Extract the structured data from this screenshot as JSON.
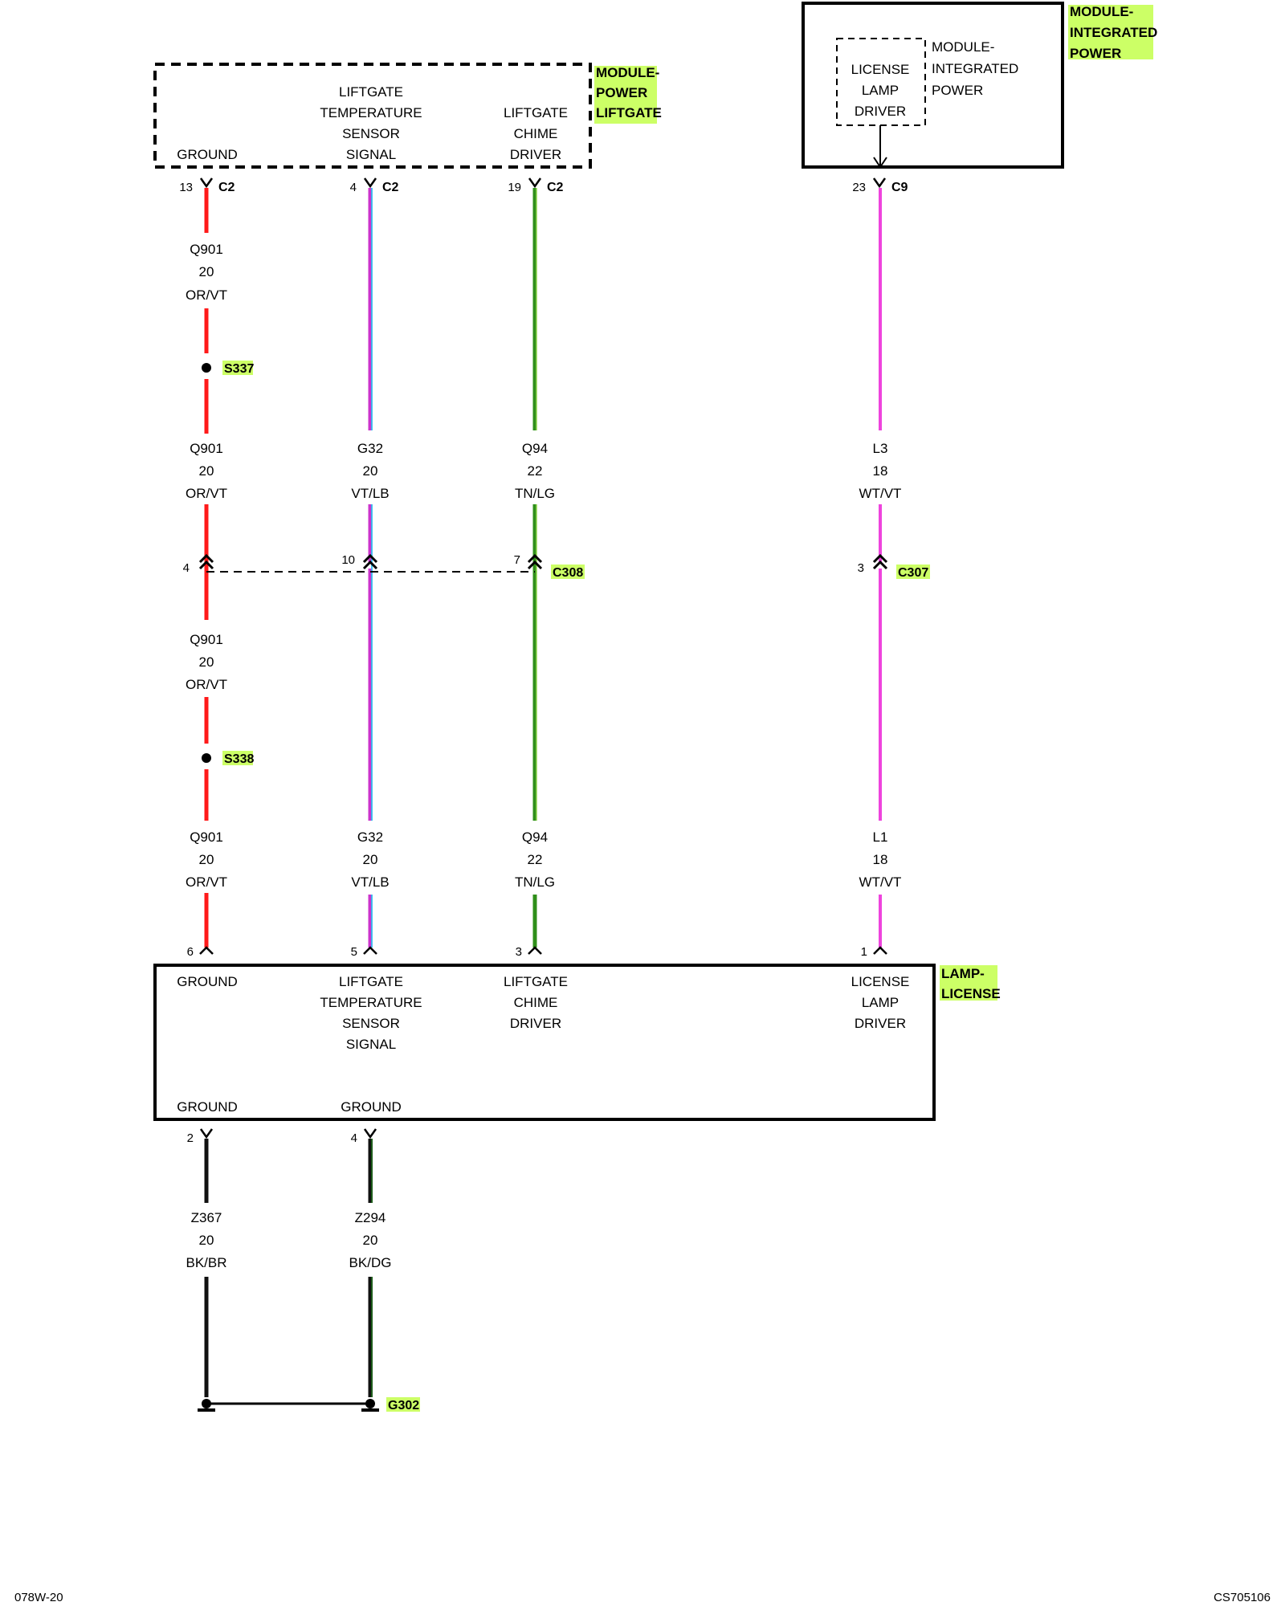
{
  "modules": {
    "power_liftgate": {
      "name": [
        "MODULE-",
        "POWER",
        "LIFTGATE"
      ],
      "pins": {
        "ground": [
          "GROUND"
        ],
        "temp_sensor": [
          "LIFTGATE",
          "TEMPERATURE",
          "SENSOR",
          "SIGNAL"
        ],
        "chime": [
          "LIFTGATE",
          "CHIME",
          "DRIVER"
        ]
      }
    },
    "integrated_power": {
      "name": [
        "MODULE-",
        "INTEGRATED",
        "POWER"
      ],
      "inner_label": [
        "MODULE-",
        "INTEGRATED",
        "POWER"
      ],
      "pins": {
        "license_lamp": [
          "LICENSE",
          "LAMP",
          "DRIVER"
        ]
      }
    },
    "lamp_license": {
      "name": [
        "LAMP-",
        "LICENSE"
      ],
      "pins": {
        "ground": [
          "GROUND"
        ],
        "temp_sensor": [
          "LIFTGATE",
          "TEMPERATURE",
          "SENSOR",
          "SIGNAL"
        ],
        "chime": [
          "LIFTGATE",
          "CHIME",
          "DRIVER"
        ],
        "license_lamp": [
          "LICENSE",
          "LAMP",
          "DRIVER"
        ],
        "ground_2": [
          "GROUND"
        ],
        "ground_4": [
          "GROUND"
        ]
      }
    }
  },
  "connectors": {
    "c2_pin13": {
      "pin": "13",
      "name": "C2"
    },
    "c2_pin4": {
      "pin": "4",
      "name": "C2"
    },
    "c2_pin19": {
      "pin": "19",
      "name": "C2"
    },
    "c9_pin23": {
      "pin": "23",
      "name": "C9"
    },
    "c308": {
      "name": "C308",
      "pins": [
        "4",
        "10",
        "7"
      ]
    },
    "c307": {
      "name": "C307",
      "pin": "3"
    },
    "lamp_pins": [
      "6",
      "5",
      "3",
      "1"
    ],
    "lamp_ground_pins": [
      "2",
      "4"
    ]
  },
  "splices": {
    "s337": "S337",
    "s338": "S338"
  },
  "ground": "G302",
  "wires": {
    "q901_a": [
      "Q901",
      "20",
      "OR/VT"
    ],
    "q901_b": [
      "Q901",
      "20",
      "OR/VT"
    ],
    "q901_c": [
      "Q901",
      "20",
      "OR/VT"
    ],
    "q901_d": [
      "Q901",
      "20",
      "OR/VT"
    ],
    "g32_a": [
      "G32",
      "20",
      "VT/LB"
    ],
    "g32_b": [
      "G32",
      "20",
      "VT/LB"
    ],
    "q94_a": [
      "Q94",
      "22",
      "TN/LG"
    ],
    "q94_b": [
      "Q94",
      "22",
      "TN/LG"
    ],
    "l3": [
      "L3",
      "18",
      "WT/VT"
    ],
    "l1": [
      "L1",
      "18",
      "WT/VT"
    ],
    "z367": [
      "Z367",
      "20",
      "BK/BR"
    ],
    "z294": [
      "Z294",
      "20",
      "BK/DG"
    ]
  },
  "colors": {
    "or_vt": "#ff1a1a",
    "vt": "#cc33cc",
    "lb": "#33bbee",
    "tn": "#5a9a2a",
    "lg": "#2f8f1a",
    "wt_vt": "#ee44dd",
    "bk": "#111111",
    "dg": "#1d5c1a",
    "highlight": "#ccff66"
  },
  "footer": {
    "left": "078W-20",
    "right": "CS705106"
  }
}
